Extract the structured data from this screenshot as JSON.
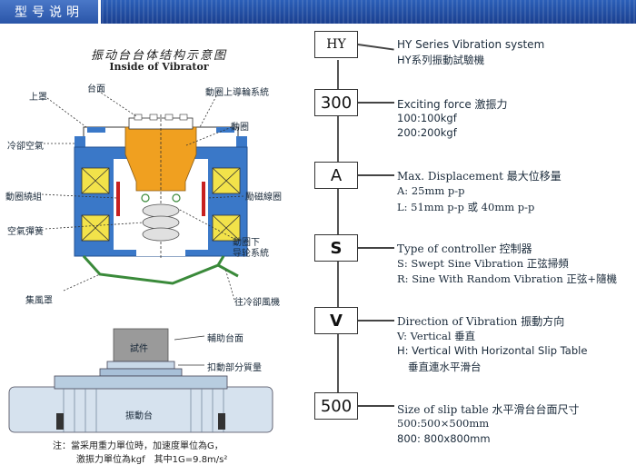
{
  "header": {
    "label": "型号说明"
  },
  "diagram": {
    "title": "振动台台体结构示意图",
    "subtitle": "Inside of Vibrator",
    "labels": {
      "top_cover": "上罩",
      "table_surface": "台面",
      "moving_coil_upper_guide": "動圈上導輪系統",
      "moving_coil": "動圈",
      "cooling_air": "冷卻空氣",
      "degaussing_coil": "動圈繞組",
      "excitation_coil": "勵磁線圈",
      "air_spring": "空氣彈簧",
      "moving_coil_lower_guide_1": "動圈下",
      "moving_coil_lower_guide_2": "导轮系統",
      "exhaust_hood": "集風罩",
      "to_cooling_fan": "往冷卻風機",
      "auxiliary_table": "輔助台面",
      "specimen": "試件",
      "horizontal_extension": "扣動部分質量",
      "vibration_table": "振動台"
    },
    "note_line1": "注：當采用重力單位時，加速度單位為G，",
    "note_line2": "激振力單位為kgf　其中1G=9.8m/s²"
  },
  "spec": [
    {
      "code": "HY",
      "title": "HY Series Vibration system",
      "lines": [
        "HY系列振動試驗機"
      ]
    },
    {
      "code": "300",
      "title": "Exciting force 激振力",
      "lines": [
        "100:100kgf",
        "200:200kgf"
      ]
    },
    {
      "code": "A",
      "title": "Max. Displacement 最大位移量",
      "lines": [
        "A: 25mm p-p",
        "L: 51mm p-p 或 40mm p-p"
      ]
    },
    {
      "code": "S",
      "title": "Type of controller 控制器",
      "lines": [
        "S: Swept Sine Vibration 正弦掃頻",
        "R: Sine With Random Vibration 正弦+隨機"
      ]
    },
    {
      "code": "V",
      "title": "Direction of Vibration 振動方向",
      "lines": [
        "V: Vertical 垂直",
        "H: Vertical With Horizontal Slip Table",
        "垂直連水平滑台"
      ]
    },
    {
      "code": "500",
      "title": "Size of slip table 水平滑台台面尺寸",
      "lines": [
        "500:500×500mm",
        "800: 800x800mm"
      ]
    }
  ],
  "colors": {
    "banner": "#1a3f8f",
    "shaker_blue": "#3a78c8",
    "coil_yellow": "#f2e24a",
    "armature_orange": "#f0a020",
    "hood_green": "#3a8a3a",
    "coil_red": "#c82020"
  }
}
